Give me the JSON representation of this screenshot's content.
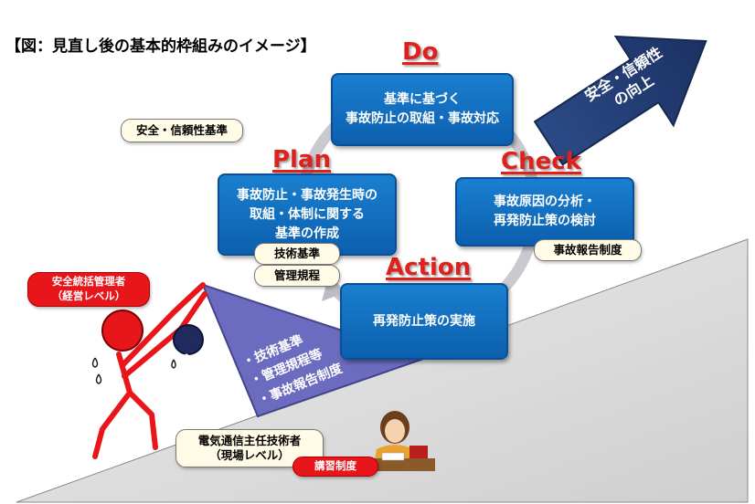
{
  "title": "【図：見直し後の基本的枠組みのイメージ】",
  "phases": {
    "do": "Do",
    "plan": "Plan",
    "check": "Check",
    "action": "Action"
  },
  "boxes": {
    "do": "基準に基づく\n事故防止の取組・事故対応",
    "plan": "事故防止・事故発生時の\n取組・体制に関する\n基準の作成",
    "check": "事故原因の分析・\n再発防止策の検討",
    "action": "再発防止策の実施"
  },
  "tags": {
    "safety_standard": "安全・信頼性基準",
    "technical_standard": "技術基準",
    "management_rules": "管理規程",
    "incident_report": "事故報告制度",
    "chief_engineer": "電気通信主任技術者\n（現場レベル）"
  },
  "red_tags": {
    "safety_manager": "安全統括管理者\n（経営レベル）",
    "training": "講習制度"
  },
  "arrow_text": "安全・信頼性\nの向上",
  "wedge_items": [
    "・技術基準",
    "・管理規程等",
    "・事故報告制度"
  ],
  "colors": {
    "phase_red": "#e0201c",
    "box_blue": "#0c6fc0",
    "arrow_navy": "#1f3864",
    "slope_gray": "#d9d9d9",
    "wedge_purple": "#6b6bbf",
    "tag_red": "#e8161a"
  }
}
